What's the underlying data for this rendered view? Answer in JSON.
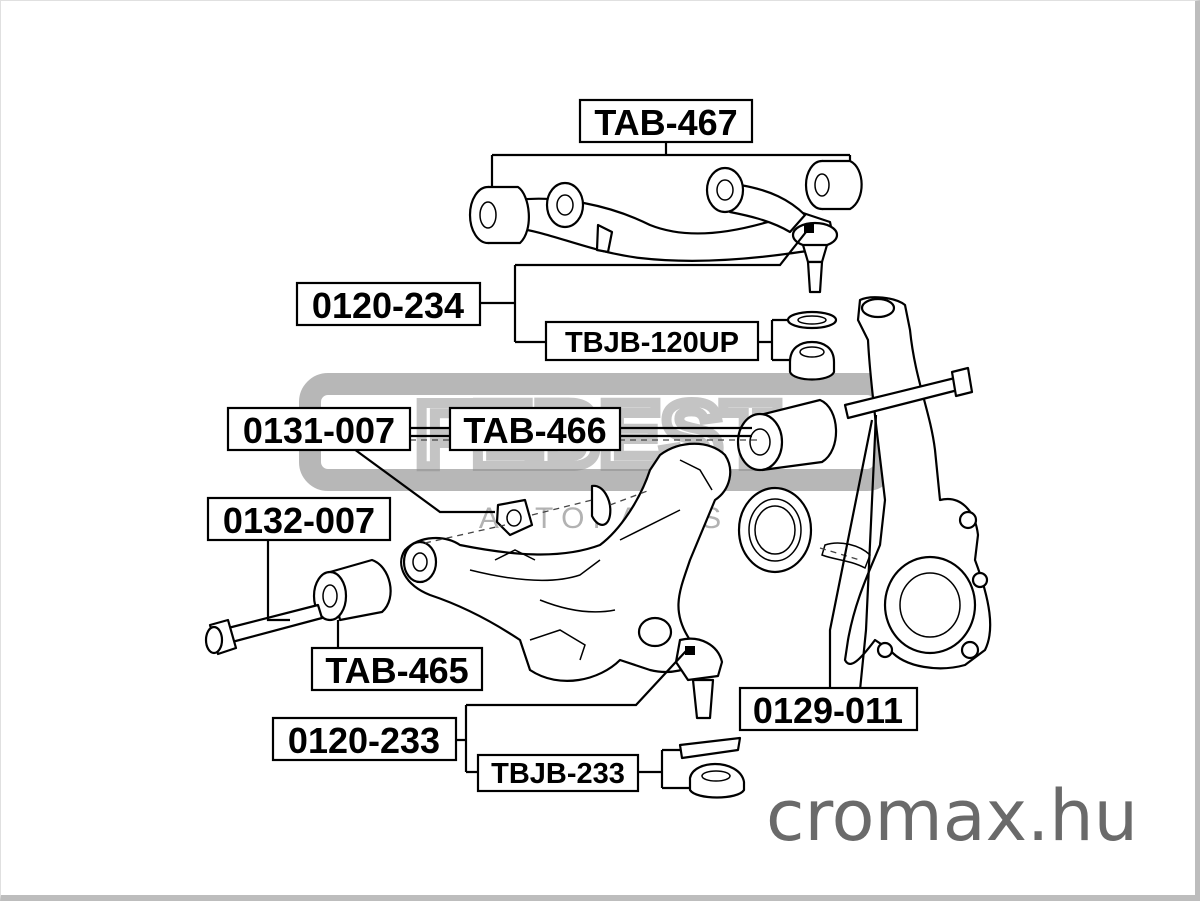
{
  "labels": {
    "tab467": "TAB-467",
    "p0120_234": "0120-234",
    "tbjb120up": "TBJB-120UP",
    "p0131_007": "0131-007",
    "tab466": "TAB-466",
    "p0132_007": "0132-007",
    "tab465": "TAB-465",
    "p0120_233": "0120-233",
    "tbjb233": "TBJB-233",
    "p0129_011": "0129-011"
  },
  "watermark": {
    "brand": "FEBEST",
    "subtitle": "A U T O   P A R T S"
  },
  "site": "cromax.hu",
  "colors": {
    "line": "#000000",
    "watermark": "#7c7c7c",
    "site_text": "#6a6a6a",
    "frame_shadow": "#bdbdbd"
  }
}
